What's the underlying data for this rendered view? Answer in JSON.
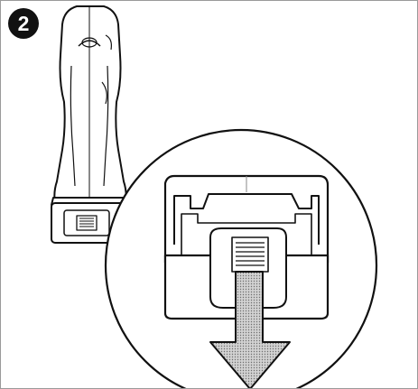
{
  "step": {
    "number": "2"
  },
  "illustration": {
    "subject": "drill-battery-pack",
    "arrow_direction": "down",
    "colors": {
      "line": "#111111",
      "arrow_fill": "#b5b5b5",
      "badge": "#111111"
    }
  }
}
